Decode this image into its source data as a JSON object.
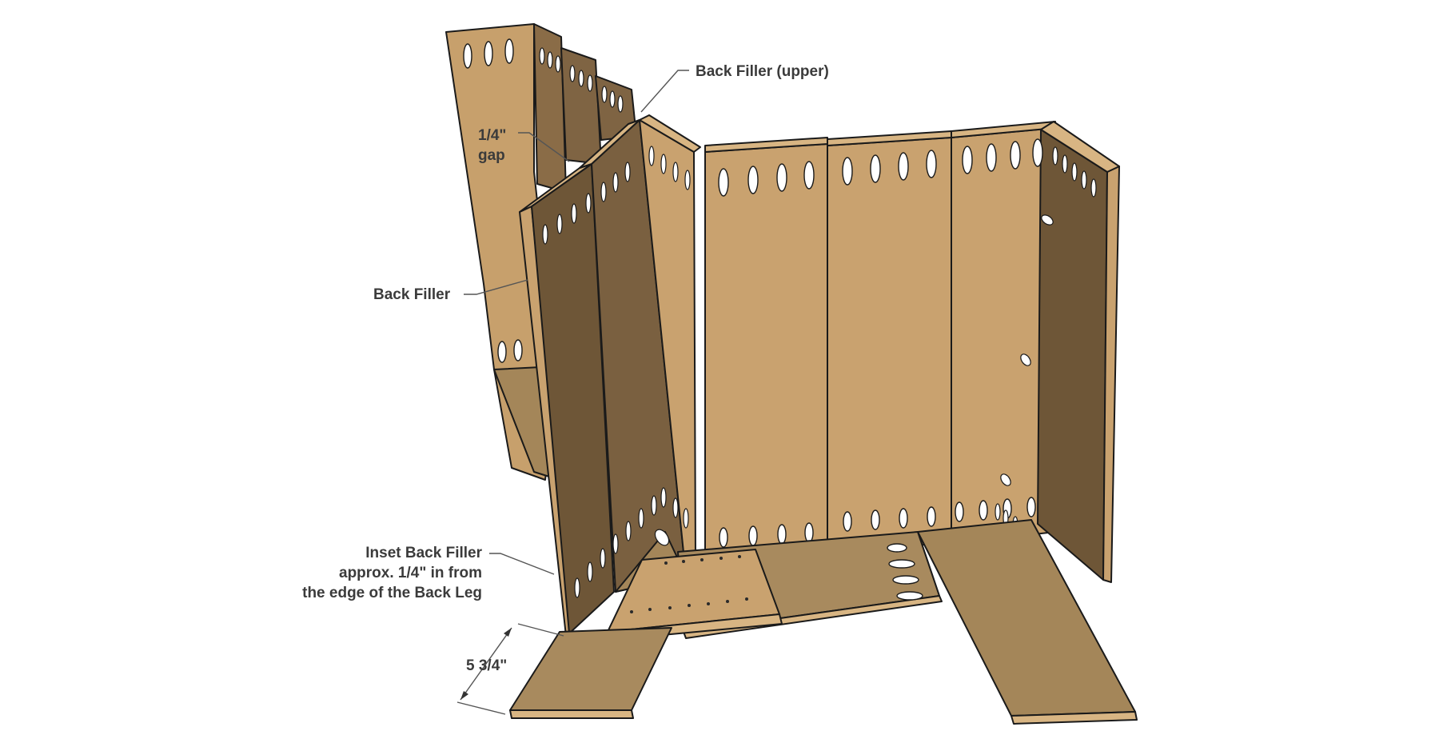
{
  "colors": {
    "wood_light": "#c9a26f",
    "wood_mid": "#a88a5e",
    "wood_dark": "#7a6040",
    "wood_shadow": "#5f4b32",
    "edge_face": "#d8b583",
    "hole": "#ffffff",
    "label_text": "#3b3b3b"
  },
  "labels": {
    "back_filler_upper": "Back Filler (upper)",
    "gap_line1": "1/4\"",
    "gap_line2": "gap",
    "back_filler": "Back Filler",
    "inset_line1": "Inset Back Filler",
    "inset_line2": "approx. 1/4\" in from",
    "inset_line3": "the edge of the Back Leg",
    "dimension": "5 3/4\""
  }
}
